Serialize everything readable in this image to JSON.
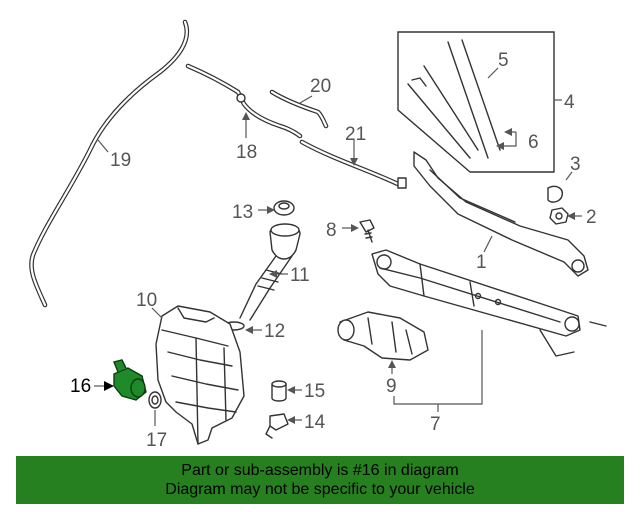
{
  "diagram": {
    "highlight_color": "#1f8a2a",
    "callouts": {
      "c1": "1",
      "c2": "2",
      "c3": "3",
      "c4": "4",
      "c5": "5",
      "c6": "6",
      "c7": "7",
      "c8": "8",
      "c9": "9",
      "c10": "10",
      "c11": "11",
      "c12": "12",
      "c13": "13",
      "c14": "14",
      "c15": "15",
      "c16": "16",
      "c17": "17",
      "c18": "18",
      "c19": "19",
      "c20": "20",
      "c21": "21"
    }
  },
  "banner": {
    "line1": "Part or sub-assembly is #16 in diagram",
    "line2": "Diagram may not be specific to your vehicle",
    "background": "#27801f"
  }
}
